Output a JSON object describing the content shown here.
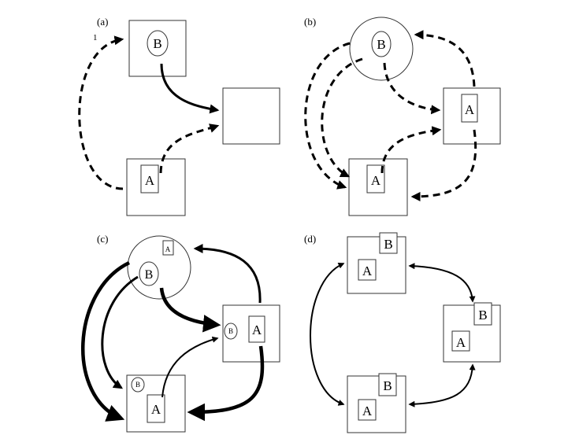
{
  "panels": [
    {
      "id": "a",
      "label": "(a)",
      "stray_mark": "1",
      "circle_label": "B",
      "rect_label": "A"
    },
    {
      "id": "b",
      "label": "(b)",
      "circle_label": "B",
      "rect_label_right": "A",
      "rect_label_bottom": "A"
    },
    {
      "id": "c",
      "label": "(c)",
      "big_circle_small_rect": "A",
      "big_circle_oval": "B",
      "right_oval": "B",
      "right_rect": "A",
      "bottom_oval": "B",
      "bottom_rect": "A"
    },
    {
      "id": "d",
      "label": "(d)",
      "top_small": "B",
      "top_large": "A",
      "right_small": "B",
      "right_large": "A",
      "bottom_small": "B",
      "bottom_large": "A"
    }
  ]
}
